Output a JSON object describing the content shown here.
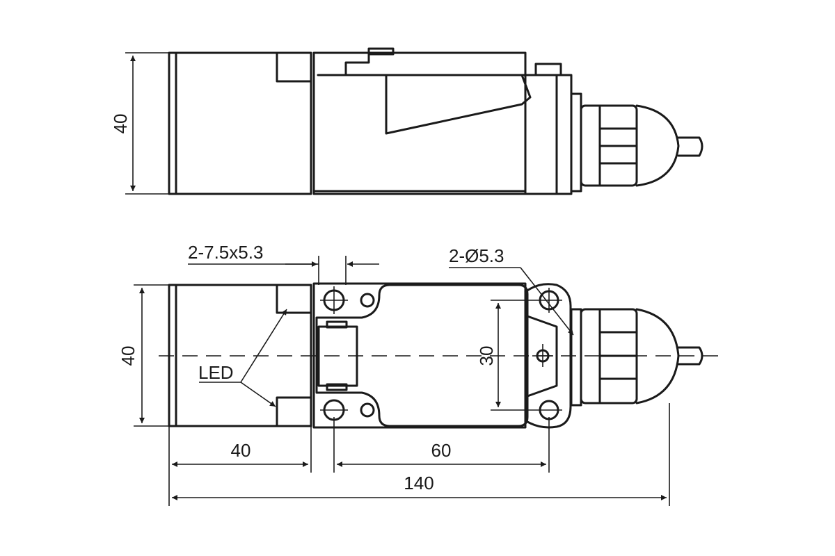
{
  "dimensions": {
    "side_height": "40",
    "top_height": "40",
    "hole_spacing_vertical": "30",
    "front_length": "40",
    "hole_spacing_horizontal": "60",
    "overall_length": "140"
  },
  "callouts": {
    "slot_holes": "2-7.5x5.3",
    "round_holes": "2-Ø5.3",
    "led": "LED"
  }
}
